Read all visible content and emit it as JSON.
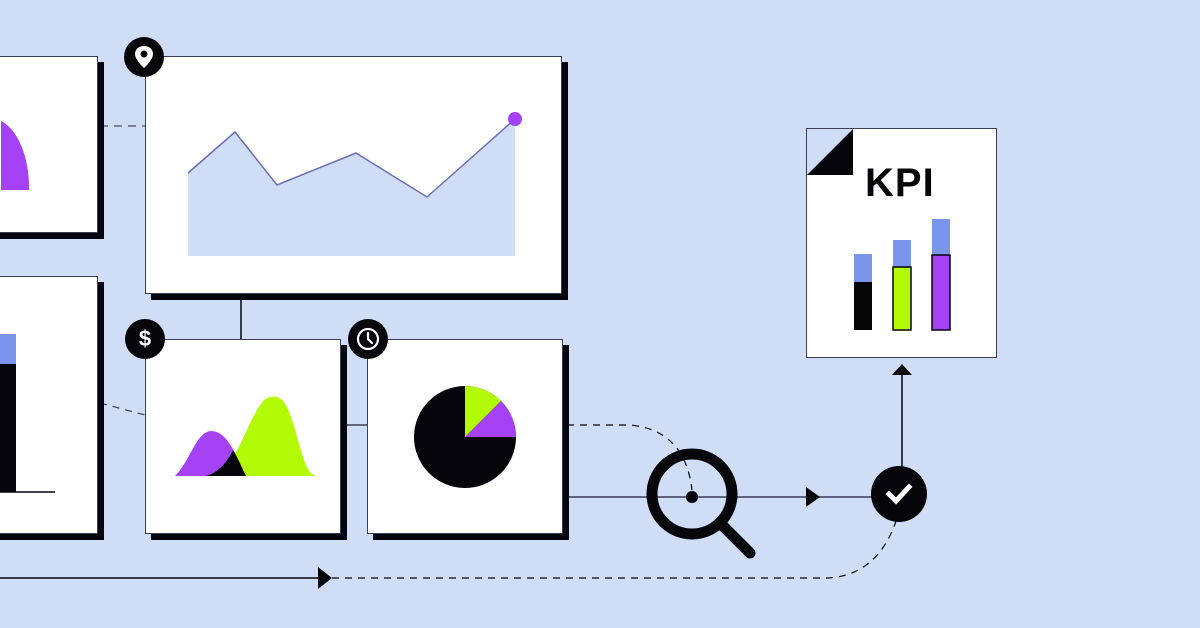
{
  "colors": {
    "background": "#d0ddf7",
    "card": "#ffffff",
    "ink": "#05050a",
    "purple": "#a542f5",
    "lime": "#b2fa05",
    "blue": "#7b95ec",
    "area_fill": "#d0ddf7",
    "line": "#6c6fb8",
    "connector": "#3a3f55"
  },
  "icons": {
    "location": "location-pin-icon",
    "dollar": "dollar-icon",
    "clock": "clock-icon",
    "magnifier": "magnifier-icon",
    "check": "check-icon"
  },
  "badges": {
    "dollar_symbol": "$"
  },
  "kpi": {
    "title": "KPI"
  },
  "chart_data": [
    {
      "type": "area",
      "title": "",
      "x": [
        1,
        2,
        3,
        4,
        5,
        6
      ],
      "values": [
        45,
        65,
        36,
        52,
        30,
        72
      ],
      "highlight_last_point": true,
      "xlabel": "",
      "ylabel": "",
      "grid": false
    },
    {
      "type": "area",
      "title": "",
      "series": [
        {
          "name": "purple-distribution",
          "peak": 40,
          "center": 0.3
        },
        {
          "name": "lime-distribution",
          "peak": 78,
          "center": 0.65
        }
      ]
    },
    {
      "type": "pie",
      "title": "",
      "categories": [
        "black",
        "lime",
        "purple"
      ],
      "values": [
        75,
        12.5,
        12.5
      ]
    },
    {
      "type": "bar",
      "title": "KPI",
      "categories": [
        "1",
        "2",
        "3"
      ],
      "series": [
        {
          "name": "base",
          "values": [
            48,
            63,
            75
          ]
        },
        {
          "name": "top",
          "values": [
            28,
            27,
            36
          ]
        }
      ]
    },
    {
      "type": "bar",
      "title": "",
      "categories": [
        "1"
      ],
      "series": [
        {
          "name": "base",
          "values": [
            128
          ]
        },
        {
          "name": "top",
          "values": [
            30
          ]
        }
      ]
    }
  ]
}
